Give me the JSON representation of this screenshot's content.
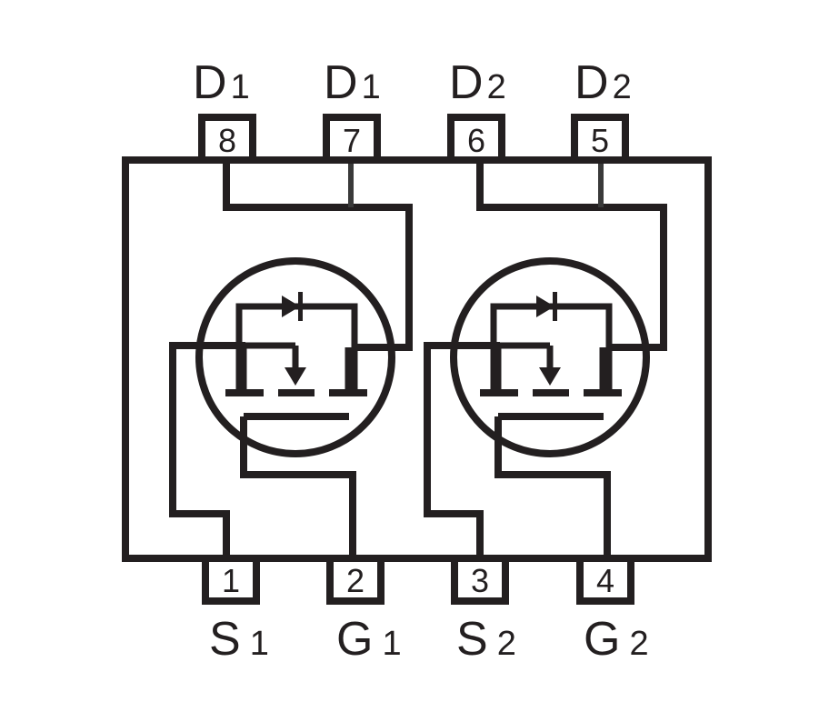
{
  "pins_top": [
    {
      "number": "8",
      "name": "D",
      "sub": "1"
    },
    {
      "number": "7",
      "name": "D",
      "sub": "1"
    },
    {
      "number": "6",
      "name": "D",
      "sub": "2"
    },
    {
      "number": "5",
      "name": "D",
      "sub": "2"
    }
  ],
  "pins_bottom": [
    {
      "number": "1",
      "name": "S",
      "sub": "1"
    },
    {
      "number": "2",
      "name": "G",
      "sub": "1"
    },
    {
      "number": "3",
      "name": "S",
      "sub": "2"
    },
    {
      "number": "4",
      "name": "G",
      "sub": "2"
    }
  ],
  "colors": {
    "line": "#231f20",
    "background": "#ffffff"
  }
}
